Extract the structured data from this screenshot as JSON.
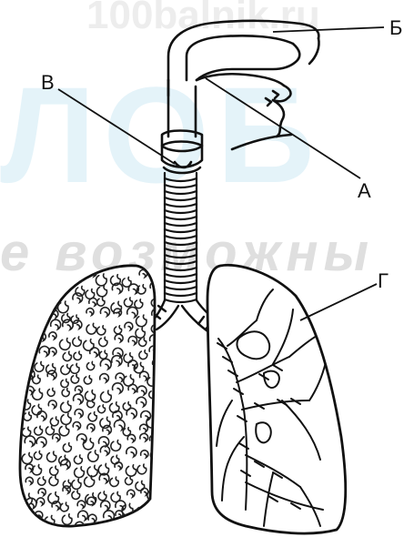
{
  "watermark": {
    "top": "100balnik.ru",
    "middle": "ЛОБ",
    "bottom": "е возможны"
  },
  "labels": {
    "a": "А",
    "b": "Б",
    "v": "В",
    "g": "Г"
  },
  "colors": {
    "ink": "#111111",
    "watermark_blue": "#e4f3f9",
    "watermark_gray": "#e2e2e2"
  }
}
